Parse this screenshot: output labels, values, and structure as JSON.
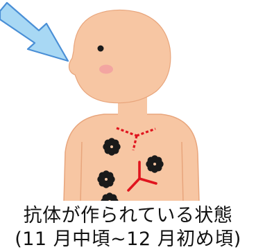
{
  "caption": {
    "line1": "抗体が作られている状態",
    "line2": "(11 月中頃~12 月初め頃)"
  },
  "icons": {
    "arrow": "inhalation-arrow-icon",
    "pathogen": "virus-particle-icon",
    "antibody": "antibody-y-icon"
  },
  "colors": {
    "skin": "#f7c6a3",
    "skin_outline": "#e8a57c",
    "cheek": "#f19aa0",
    "arrow_fill": "#a8d8f4",
    "arrow_stroke": "#4a8fd6",
    "antibody": "#e0141e",
    "pathogen": "#1a1a1a"
  },
  "particles": {
    "pathogen_count": 4,
    "antibody_count": 2
  }
}
